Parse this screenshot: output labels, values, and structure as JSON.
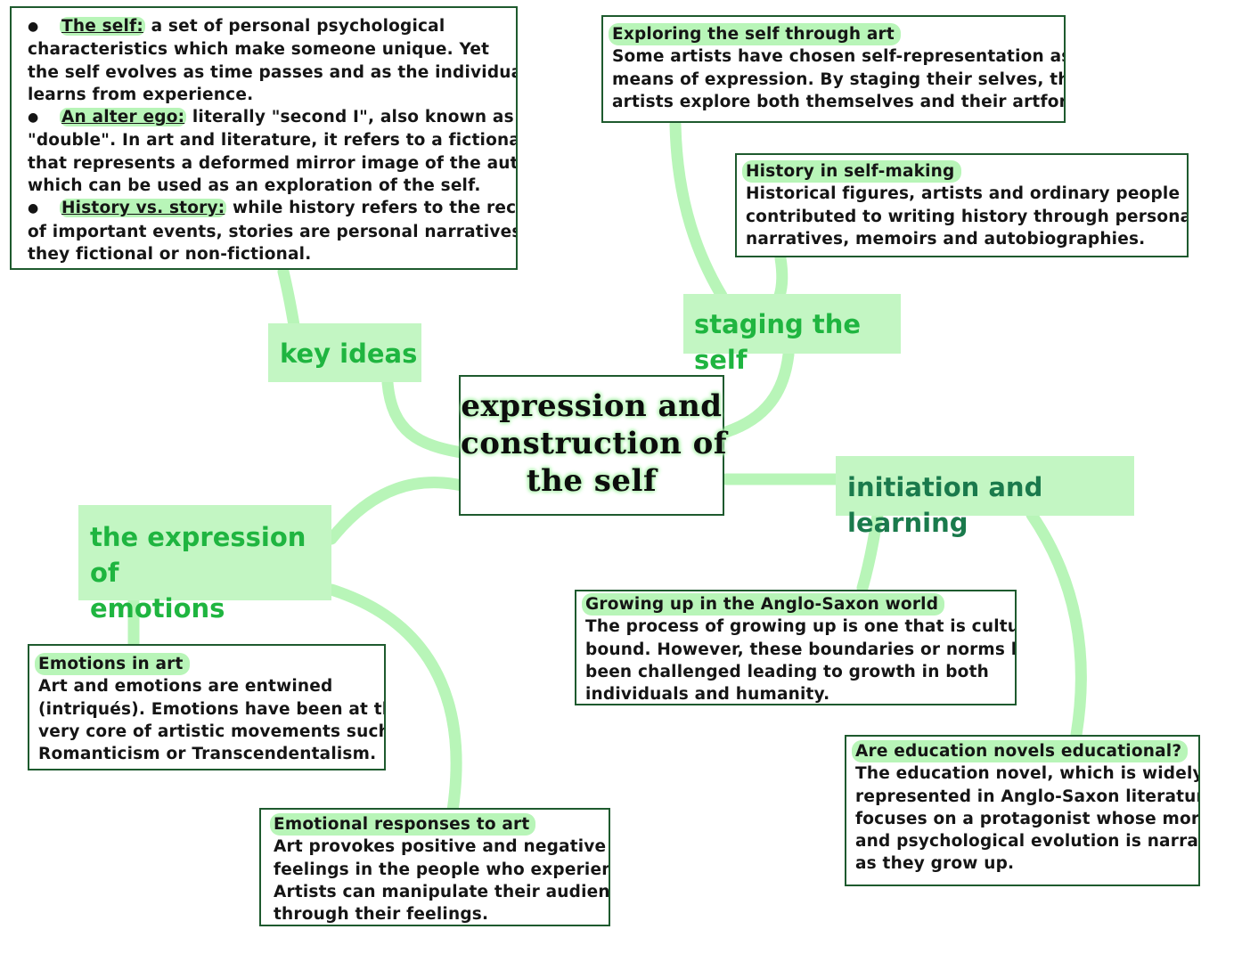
{
  "center": {
    "lines": [
      "expression and",
      "construction of",
      "the self"
    ]
  },
  "branches": {
    "key_ideas": "key ideas",
    "staging": "staging the self",
    "initiation": "initiation and learning",
    "emotions": [
      "the expression of",
      "emotions"
    ]
  },
  "key_ideas_box": {
    "items": [
      {
        "term": "The self:",
        "first": " a set of personal psychological",
        "rest": [
          "characteristics which make someone unique. Yet",
          "the self evolves as time passes and as the individual",
          "learns from experience."
        ]
      },
      {
        "term": "An alter ego:",
        "first": " literally \"second I\", also known as",
        "rest": [
          "\"double\". In art and literature, it refers to a fictional being",
          "that represents a deformed mirror image of the author",
          "which can be used as an exploration of the self."
        ]
      },
      {
        "term": "History vs. story:",
        "first": " while history refers to the record",
        "rest": [
          "of important events, stories are personal narratives, be",
          "they fictional or non-fictional."
        ]
      }
    ]
  },
  "boxes": {
    "exploring": {
      "title": "Exploring the self through art",
      "lines": [
        "Some artists have chosen self-representation as a",
        "means of expression. By staging their selves, these",
        "artists explore both themselves and their artform."
      ]
    },
    "history": {
      "title": "History in self-making",
      "lines": [
        "Historical figures, artists and ordinary people have",
        "contributed to writing history through personal",
        "narratives, memoirs and autobiographies."
      ]
    },
    "growing": {
      "title": "Growing up in the Anglo-Saxon world",
      "lines": [
        "The process of growing up is one that is culturally",
        "bound. However, these boundaries or norms have",
        "been challenged leading to growth in both",
        "individuals and humanity."
      ]
    },
    "education": {
      "title": "Are education novels educational?",
      "lines": [
        "The education novel, which is widely",
        "represented in Anglo-Saxon literature,",
        "focuses on a protagonist whose moral",
        "and psychological evolution is narrated",
        "as they grow up."
      ]
    },
    "emotions_art": {
      "title": "Emotions in art",
      "lines": [
        "Art and emotions are entwined",
        "(intriqués). Emotions have been at the",
        "very core of artistic movements such as",
        "Romanticism or Transcendentalism."
      ]
    },
    "responses": {
      "title": "Emotional responses to art",
      "lines": [
        "Art provokes positive and negative",
        "feelings in the people who experience it.",
        "Artists can manipulate their audience,",
        "through their feelings."
      ]
    }
  },
  "colors": {
    "highlight": "#b8f5b8",
    "connector": "#b8f5b8",
    "branch_fill": "#c3f6c3",
    "branch_text_green": "#1fb540",
    "branch_text_teal": "#1a7a4c",
    "box_border": "#1e5a2e"
  }
}
